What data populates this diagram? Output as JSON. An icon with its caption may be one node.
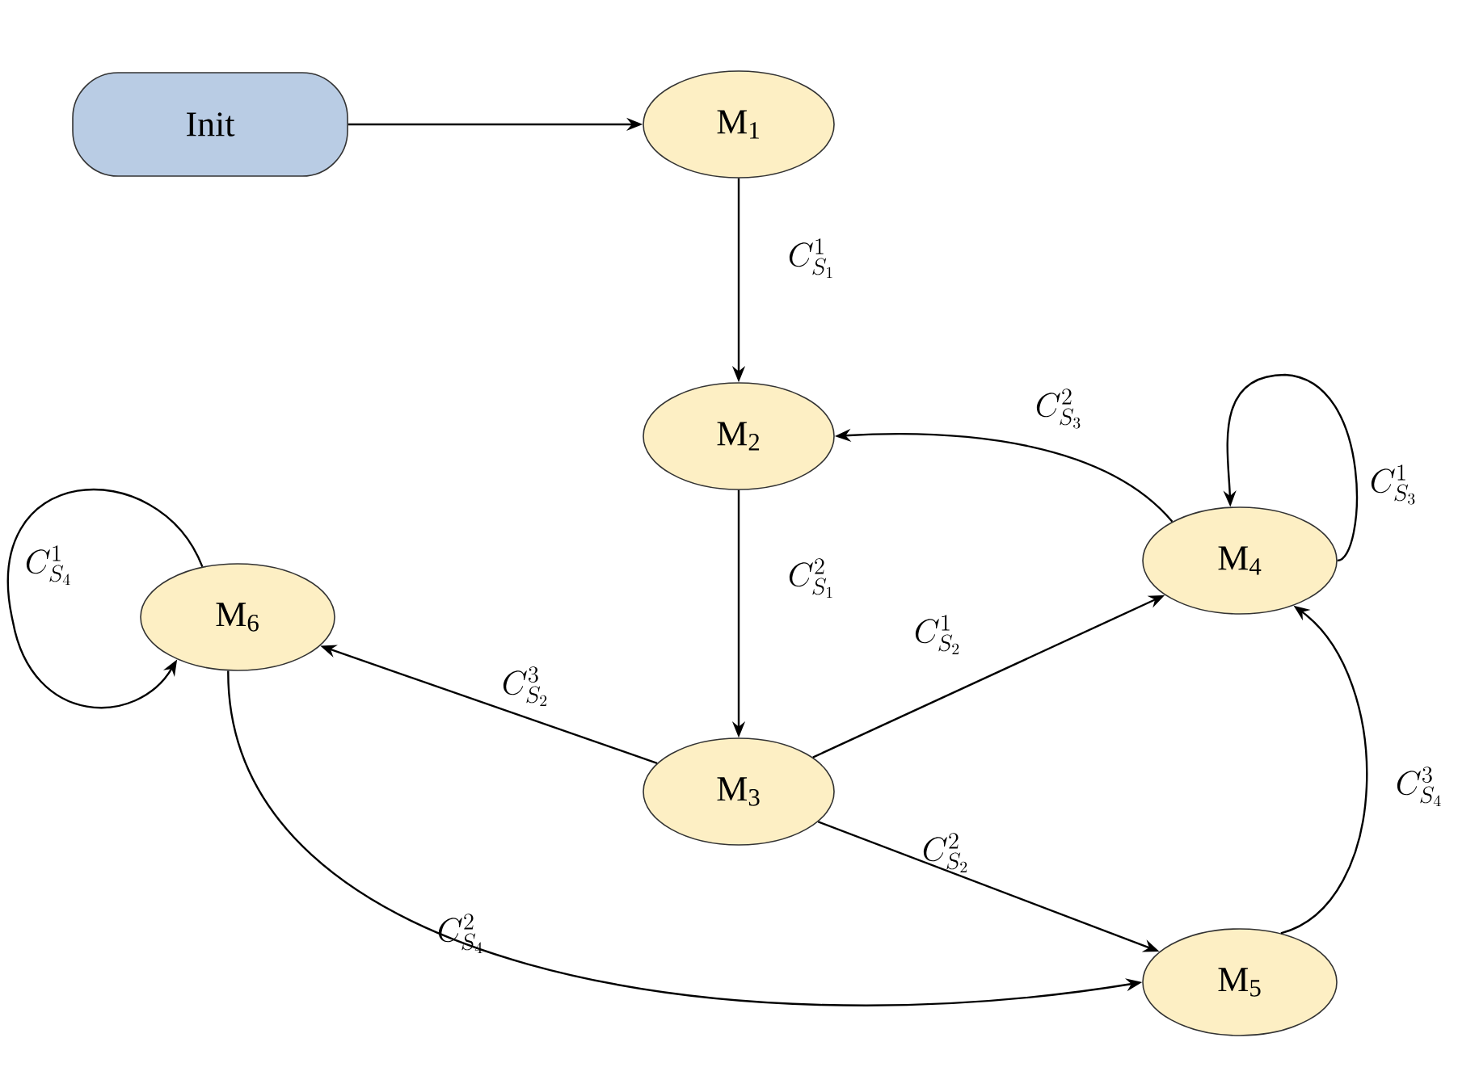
{
  "diagram": {
    "nodes": [
      {
        "text": [
          "Init"
        ]
      },
      {
        "text": [
          "M$_{1}$"
        ]
      },
      {
        "text": [
          "M$_{2}$"
        ]
      },
      {
        "text": [
          "M$_{3}$"
        ]
      },
      {
        "text": [
          "M$_{4}$"
        ]
      },
      {
        "text": [
          "M$_{5}$"
        ]
      },
      {
        "text": [
          "M$_{6}$"
        ]
      }
    ],
    "edges": [
      {
        "from": 0,
        "to": 1,
        "arrow": "to"
      },
      {
        "from": 1,
        "to": 2,
        "arrow": "to",
        "label": "C_{S_1}^{1}"
      },
      {
        "from": 2,
        "to": 3,
        "arrow": "to",
        "label": "C_{S_1}^{2}"
      },
      {
        "from": 3,
        "to": 4,
        "arrow": "to",
        "label": "C_{S_2}^{1}"
      },
      {
        "from": 3,
        "to": 5,
        "arrow": "to",
        "label": "C_{S_2}^{2}"
      },
      {
        "from": 3,
        "to": 6,
        "arrow": "to",
        "label": "C_{S_2}^{3}"
      },
      {
        "from": 4,
        "to": 2,
        "arrow": "to",
        "label": "C_{S_3}^{2}"
      },
      {
        "from": 4,
        "to": 4,
        "arrow": "to",
        "label": "C_{S_3}^{1}"
      },
      {
        "from": 5,
        "to": 4,
        "arrow": "to",
        "label": "C_{S_4}^{3}"
      },
      {
        "from": 6,
        "to": 6,
        "arrow": "to",
        "label": "C_{S_4}^{1}"
      },
      {
        "from": 6,
        "to": 5,
        "arrow": "to",
        "label": "C_{S_4}^{2}"
      }
    ]
  }
}
